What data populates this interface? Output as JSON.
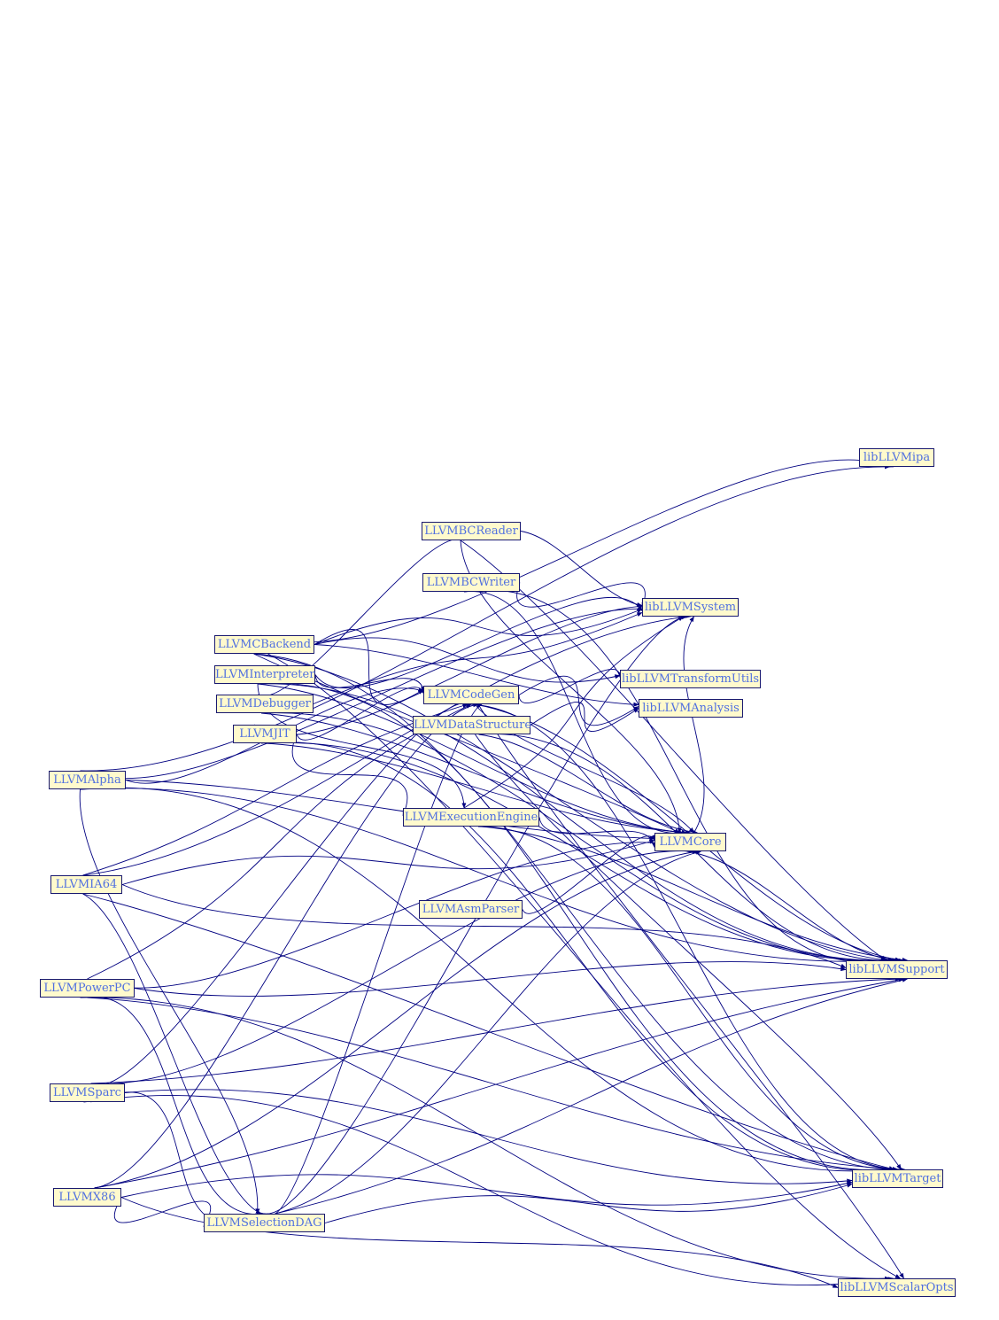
{
  "colors": {
    "edge": "#000080",
    "node_fill": "#fffacd",
    "node_border": "#191970",
    "node_text": "#5070e0"
  },
  "nodes": {
    "ipa": "libLLVMipa",
    "bcreader": "LLVMBCReader",
    "bcwriter": "LLVMBCWriter",
    "system": "libLLVMSystem",
    "cbackend": "LLVMCBackend",
    "interpreter": "LLVMInterpreter",
    "transformutils": "libLLVMTransformUtils",
    "debugger": "LLVMDebugger",
    "codegen": "LLVMCodeGen",
    "analysis": "libLLVMAnalysis",
    "datastructure": "LLVMDataStructure",
    "jit": "LLVMJIT",
    "alpha": "LLVMAlpha",
    "executionengine": "LLVMExecutionEngine",
    "core": "LLVMCore",
    "ia64": "LLVMIA64",
    "asmparser": "LLVMAsmParser",
    "support": "libLLVMSupport",
    "powerpc": "LLVMPowerPC",
    "sparc": "LLVMSparc",
    "target": "libLLVMTarget",
    "x86": "LLVMX86",
    "selectiondag": "LLVMSelectionDAG",
    "scalaropts": "libLLVMScalarOpts"
  },
  "edges": [
    [
      "alpha",
      "selectiondag"
    ],
    [
      "alpha",
      "codegen"
    ],
    [
      "alpha",
      "core"
    ],
    [
      "alpha",
      "support"
    ],
    [
      "alpha",
      "target"
    ],
    [
      "alpha",
      "system"
    ],
    [
      "alpha",
      "ipa"
    ],
    [
      "ia64",
      "selectiondag"
    ],
    [
      "ia64",
      "codegen"
    ],
    [
      "ia64",
      "core"
    ],
    [
      "ia64",
      "support"
    ],
    [
      "ia64",
      "target"
    ],
    [
      "ia64",
      "system"
    ],
    [
      "powerpc",
      "selectiondag"
    ],
    [
      "powerpc",
      "codegen"
    ],
    [
      "powerpc",
      "core"
    ],
    [
      "powerpc",
      "support"
    ],
    [
      "powerpc",
      "target"
    ],
    [
      "powerpc",
      "scalaropts"
    ],
    [
      "sparc",
      "selectiondag"
    ],
    [
      "sparc",
      "codegen"
    ],
    [
      "sparc",
      "core"
    ],
    [
      "sparc",
      "support"
    ],
    [
      "sparc",
      "target"
    ],
    [
      "sparc",
      "scalaropts"
    ],
    [
      "x86",
      "selectiondag"
    ],
    [
      "x86",
      "codegen"
    ],
    [
      "x86",
      "core"
    ],
    [
      "x86",
      "support"
    ],
    [
      "x86",
      "target"
    ],
    [
      "x86",
      "scalaropts"
    ],
    [
      "selectiondag",
      "codegen"
    ],
    [
      "selectiondag",
      "core"
    ],
    [
      "selectiondag",
      "support"
    ],
    [
      "selectiondag",
      "target"
    ],
    [
      "selectiondag",
      "system"
    ],
    [
      "cbackend",
      "core"
    ],
    [
      "cbackend",
      "support"
    ],
    [
      "cbackend",
      "target"
    ],
    [
      "cbackend",
      "system"
    ],
    [
      "cbackend",
      "ipa"
    ],
    [
      "cbackend",
      "scalaropts"
    ],
    [
      "cbackend",
      "analysis"
    ],
    [
      "cbackend",
      "transformutils"
    ],
    [
      "cbackend",
      "codegen"
    ],
    [
      "interpreter",
      "executionengine"
    ],
    [
      "interpreter",
      "codegen"
    ],
    [
      "interpreter",
      "core"
    ],
    [
      "interpreter",
      "support"
    ],
    [
      "interpreter",
      "target"
    ],
    [
      "interpreter",
      "system"
    ],
    [
      "debugger",
      "bcreader"
    ],
    [
      "debugger",
      "core"
    ],
    [
      "debugger",
      "support"
    ],
    [
      "debugger",
      "system"
    ],
    [
      "jit",
      "executionengine"
    ],
    [
      "jit",
      "codegen"
    ],
    [
      "jit",
      "core"
    ],
    [
      "jit",
      "support"
    ],
    [
      "jit",
      "target"
    ],
    [
      "jit",
      "system"
    ],
    [
      "codegen",
      "core"
    ],
    [
      "codegen",
      "support"
    ],
    [
      "codegen",
      "target"
    ],
    [
      "codegen",
      "analysis"
    ],
    [
      "codegen",
      "scalaropts"
    ],
    [
      "codegen",
      "transformutils"
    ],
    [
      "datastructure",
      "core"
    ],
    [
      "datastructure",
      "support"
    ],
    [
      "datastructure",
      "analysis"
    ],
    [
      "datastructure",
      "target"
    ],
    [
      "executionengine",
      "core"
    ],
    [
      "executionengine",
      "support"
    ],
    [
      "executionengine",
      "target"
    ],
    [
      "executionengine",
      "system"
    ],
    [
      "bcreader",
      "core"
    ],
    [
      "bcreader",
      "support"
    ],
    [
      "bcreader",
      "system"
    ],
    [
      "bcwriter",
      "core"
    ],
    [
      "bcwriter",
      "support"
    ],
    [
      "bcwriter",
      "system"
    ],
    [
      "asmparser",
      "core"
    ],
    [
      "core",
      "support"
    ],
    [
      "core",
      "system"
    ]
  ]
}
